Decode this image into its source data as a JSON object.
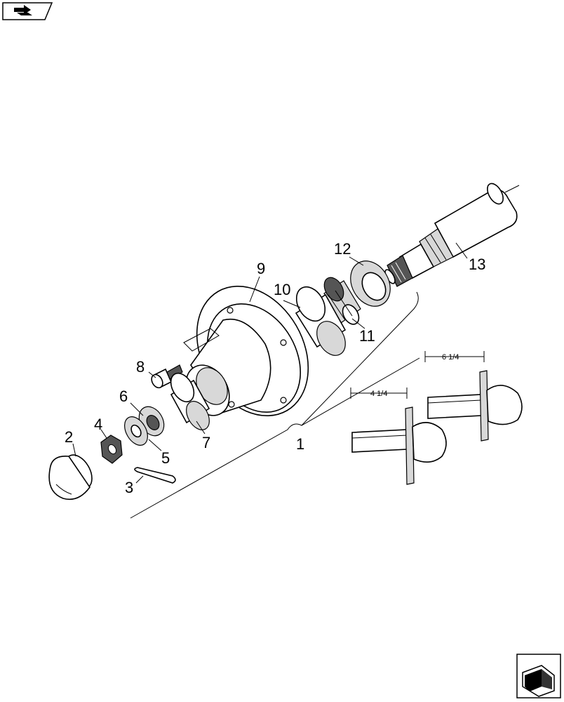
{
  "callouts": {
    "c1": "1",
    "c2": "2",
    "c3": "3",
    "c4": "4",
    "c5": "5",
    "c6": "6",
    "c7": "7",
    "c8": "8",
    "c9": "9",
    "c10": "10",
    "c11": "11",
    "c12": "12",
    "c13": "13"
  },
  "dimensions": {
    "short_hub": "4 1/4",
    "long_hub": "6 1/4"
  },
  "icons": {
    "top_left": "navigation-arrow-icon",
    "bottom_right": "next-page-icon"
  }
}
